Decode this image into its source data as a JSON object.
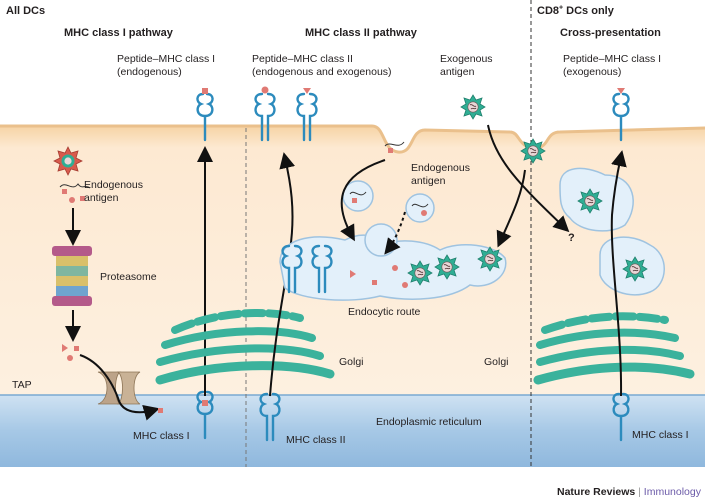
{
  "headers": {
    "all_dcs": "All DCs",
    "mhc1_pathway": "MHC class I pathway",
    "mhc2_pathway": "MHC class II pathway",
    "cd8_prefix": "CD8",
    "cd8_sup": "+",
    "cd8_suffix": " DCs only",
    "cross_presentation": "Cross-presentation"
  },
  "labels": {
    "pep_mhc1_endo_line1": "Peptide–MHC class I",
    "pep_mhc1_endo_line2": "(endogenous)",
    "pep_mhc2_line1": "Peptide–MHC class II",
    "pep_mhc2_line2": "(endogenous and exogenous)",
    "exogenous_antigen_line1": "Exogenous",
    "exogenous_antigen_line2": "antigen",
    "pep_mhc1_exo_line1": "Peptide–MHC class I",
    "pep_mhc1_exo_line2": "(exogenous)",
    "endogenous_antigen_left_line1": "Endogenous",
    "endogenous_antigen_left_line2": "antigen",
    "endogenous_antigen_mid_line1": "Endogenous",
    "endogenous_antigen_mid_line2": "antigen",
    "proteasome": "Proteasome",
    "tap": "TAP",
    "endocytic_route": "Endocytic route",
    "golgi_mid": "Golgi",
    "golgi_right": "Golgi",
    "question_mark": "?",
    "mhc1_left": "MHC class I",
    "mhc2": "MHC class II",
    "er": "Endoplasmic reticulum",
    "mhc1_right": "MHC class I"
  },
  "footer": {
    "journal": "Nature Reviews",
    "separator": "|",
    "subject": "Immunology"
  },
  "colors": {
    "cytoplasm": "#fbe6cc",
    "extracellular": "#ffffff",
    "membrane": "#f4d3a9",
    "er_band": "#a9cbe8",
    "golgi": "#3bb29c",
    "mhc_receptor": "#2c8bbd",
    "vesicle": "#e3f0fa",
    "virus": "#31b195",
    "peptide": "#e07a74",
    "proteasome": "#b45a8a",
    "tap": "#bca389"
  }
}
